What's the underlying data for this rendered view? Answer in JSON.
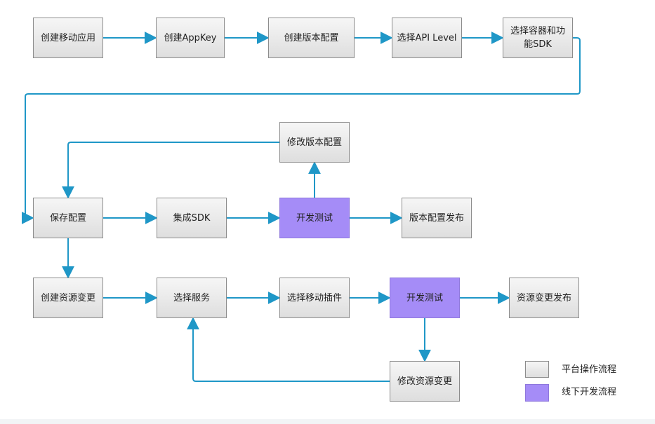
{
  "colors": {
    "connector": "#1f97c7",
    "platform_fill": "#e9e9e9",
    "offline_fill": "#a58cf7"
  },
  "nodes": {
    "create_app": "创建移动应用",
    "create_appkey": "创建AppKey",
    "create_version_config": "创建版本配置",
    "select_api_level": "选择API Level",
    "select_container_sdk": "选择容器和功能SDK",
    "modify_version_config": "修改版本配置",
    "save_config": "保存配置",
    "integrate_sdk": "集成SDK",
    "dev_test_1": "开发测试",
    "publish_version_config": "版本配置发布",
    "create_resource_change": "创建资源变更",
    "select_service": "选择服务",
    "select_mobile_plugin": "选择移动插件",
    "dev_test_2": "开发测试",
    "publish_resource_change": "资源变更发布",
    "modify_resource_change": "修改资源变更"
  },
  "legend": {
    "platform": "平台操作流程",
    "offline": "线下开发流程"
  }
}
